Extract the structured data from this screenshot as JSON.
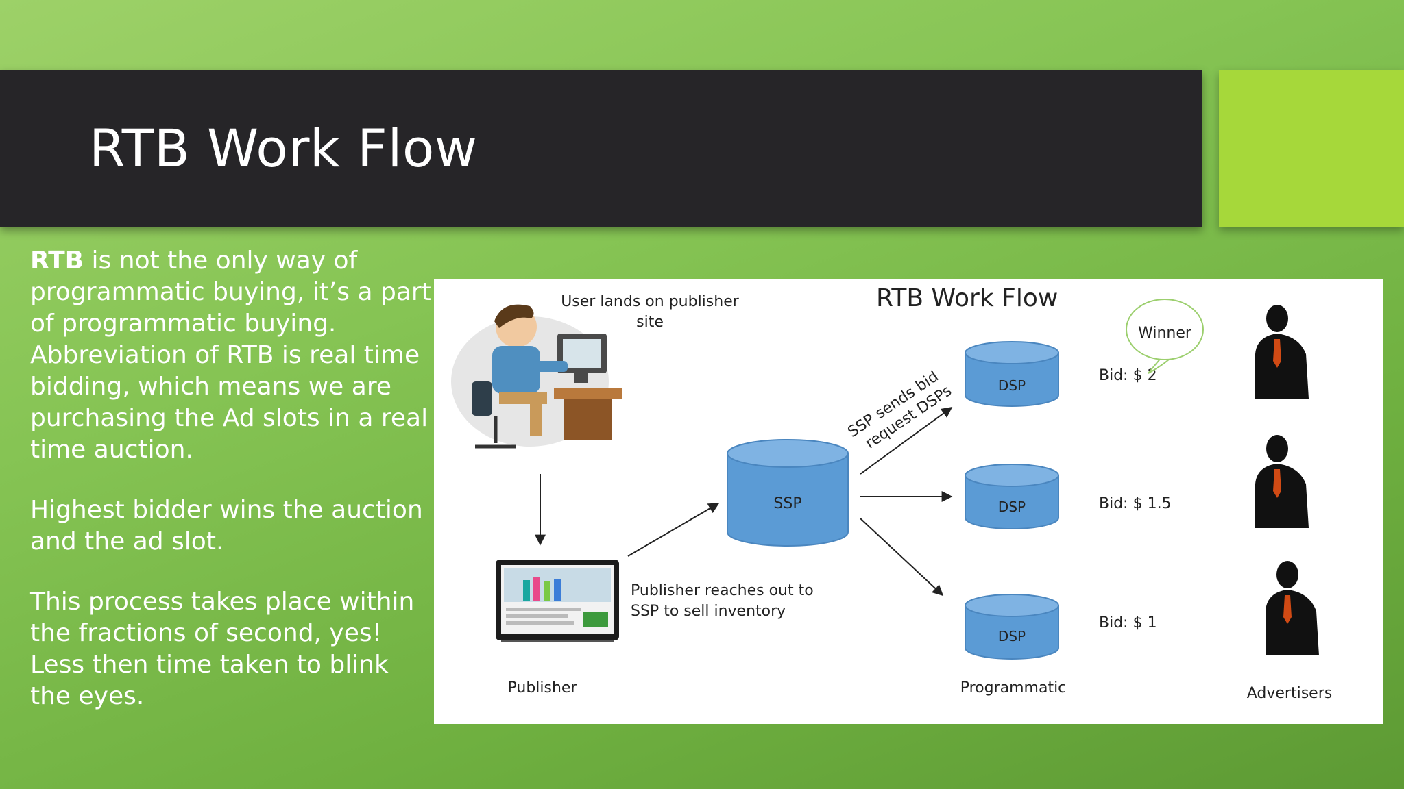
{
  "slide": {
    "title": "RTB Work Flow",
    "body": {
      "p1_bold": "RTB",
      "p1_rest": " is not the only way of programmatic buying, it’s a part of programmatic buying.  Abbreviation of RTB is real time bidding, which means we are purchasing the Ad slots in a real time auction.",
      "p2": "Highest bidder wins the auction and the ad slot.",
      "p3": "This process takes place within the fractions of second, yes! Less then time taken to blink the eyes."
    }
  },
  "diagram": {
    "title": "RTB Work Flow",
    "user_lands_line1": "User lands on publisher",
    "user_lands_line2": "site",
    "publisher_reaches_line1": "Publisher reaches out to",
    "publisher_reaches_line2": "SSP to sell inventory",
    "ssp_sends_line1": "SSP sends bid",
    "ssp_sends_line2": "request DSPs",
    "ssp_label": "SSP",
    "dsp_label": "DSP",
    "bids": [
      "Bid: $ 2",
      "Bid: $ 1.5",
      "Bid: $ 1"
    ],
    "winner": "Winner",
    "publisher_label": "Publisher",
    "programmatic_label": "Programmatic",
    "advertisers_label": "Advertisers"
  },
  "colors": {
    "title_bar": "#262528",
    "accent": "#a6d83a",
    "cylinder": "#5b9bd5",
    "cylinder_top": "#7fb3e3"
  }
}
